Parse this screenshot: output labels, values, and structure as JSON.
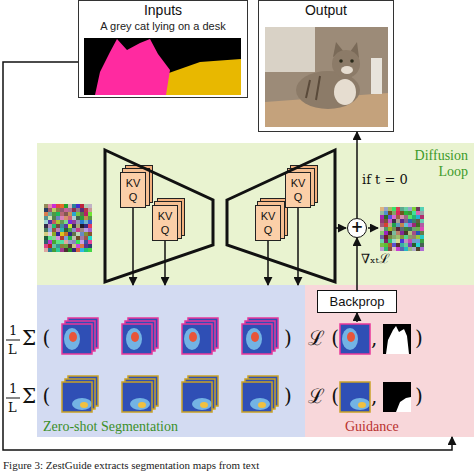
{
  "diagram": {
    "caption": "Figure 3: ZestGuide extracts segmentation maps from text",
    "nodes": [
      {
        "text": [
          "Inputs",
          "A grey cat lying on a desk"
        ]
      },
      {
        "text": [
          "Output"
        ]
      },
      {
        "text": [
          "Diffusion Loop"
        ]
      },
      {
        "text": [
          "KV Q"
        ],
        "in": 2
      },
      {
        "text": [
          "KV Q"
        ],
        "in": 2
      },
      {
        "text": [
          "KV Q"
        ],
        "in": 2
      },
      {
        "text": [
          "KV Q"
        ],
        "in": 2
      },
      {
        "text": [
          "+"
        ],
        "in": 2
      },
      {
        "text": [
          "Zero-shot Segmentation"
        ]
      },
      {
        "text": [
          "Guidance"
        ]
      },
      {
        "text": [
          "Backprop"
        ],
        "in": 9
      }
    ],
    "edges": [
      {
        "from": 3,
        "to": 8,
        "arrow": "to"
      },
      {
        "from": 4,
        "to": 8,
        "arrow": "to"
      },
      {
        "from": 5,
        "to": 8,
        "arrow": "to"
      },
      {
        "from": 6,
        "to": 8,
        "arrow": "to"
      },
      {
        "from": 7,
        "to": 1,
        "arrow": "to",
        "label": "if t = 0"
      },
      {
        "from": 10,
        "to": 7,
        "arrow": "to",
        "label": "∇ₓₜℒ"
      },
      {
        "from": 0,
        "to": 9,
        "arrow": "to"
      }
    ],
    "labels": [
      "1",
      "L",
      "Σ (",
      ")",
      "ℒ (",
      ",",
      ")",
      "1",
      "L",
      "Σ (",
      ")",
      "ℒ (",
      ",",
      ")"
    ]
  }
}
